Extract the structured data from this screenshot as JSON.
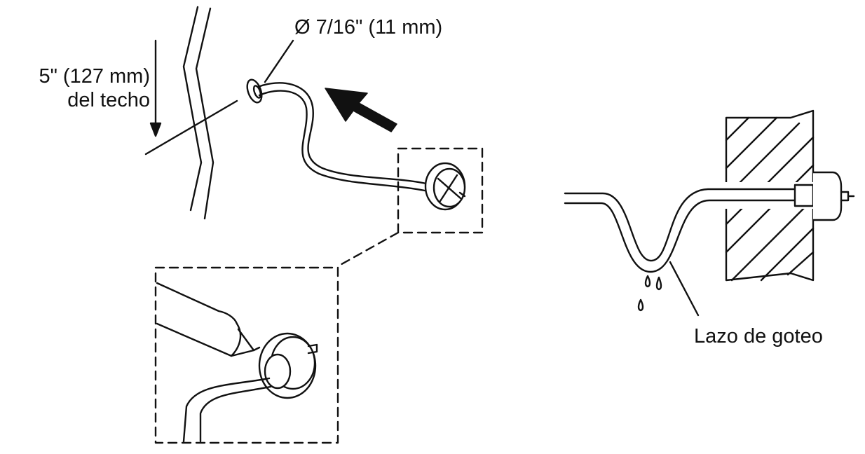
{
  "labels": {
    "diameter": "Ø 7/16\" (11 mm)",
    "height_line1": "5\" (127 mm)",
    "height_line2": "del techo",
    "drip_loop": "Lazo de goteo"
  },
  "colors": {
    "line": "#111111",
    "background": "#ffffff"
  }
}
